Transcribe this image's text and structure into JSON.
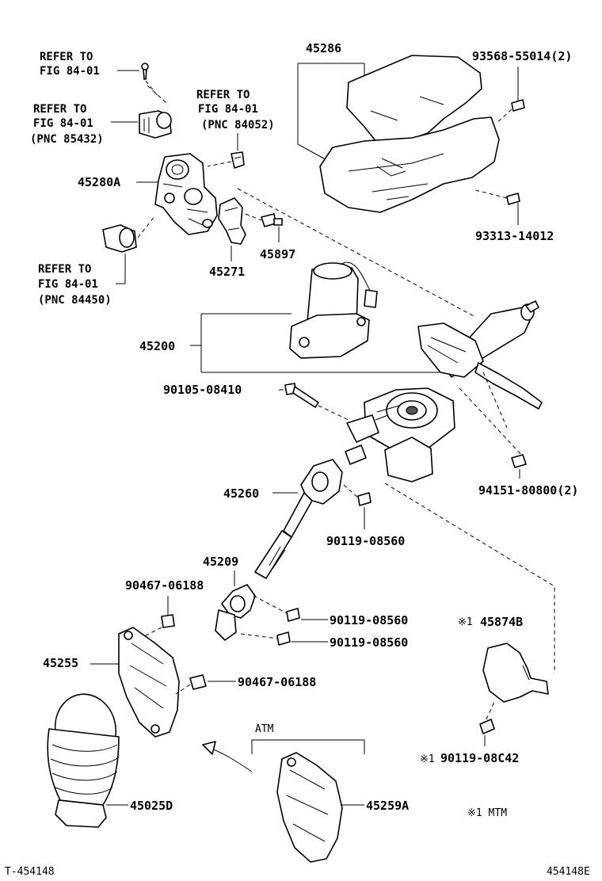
{
  "diagram": {
    "refer_to": "REFER TO",
    "fig": "FIG 84-01",
    "pnc_85432": "(PNC 85432)",
    "pnc_84052": "(PNC 84052)",
    "pnc_84450": "(PNC 84450)",
    "parts": {
      "p45286": "45286",
      "p93568": "93568-55014(2)",
      "p93313": "93313-14012",
      "p45280A": "45280A",
      "p45897": "45897",
      "p45271": "45271",
      "p45200": "45200",
      "p90105": "90105-08410",
      "p94151": "94151-80800(2)",
      "p45260": "45260",
      "p90119a": "90119-08560",
      "p45209": "45209",
      "p90467a": "90467-06188",
      "p90119b": "90119-08560",
      "p90119c": "90119-08560",
      "p45874B": "45874B",
      "p45255": "45255",
      "p90467b": "90467-06188",
      "p90119d": "90119-08C42",
      "p45025D": "45025D",
      "p45259A": "45259A"
    },
    "atm": "ATM",
    "mark": "※1",
    "mtm_note": "※1 MTM",
    "footer_left": "T-454148",
    "footer_right": "454148E"
  }
}
